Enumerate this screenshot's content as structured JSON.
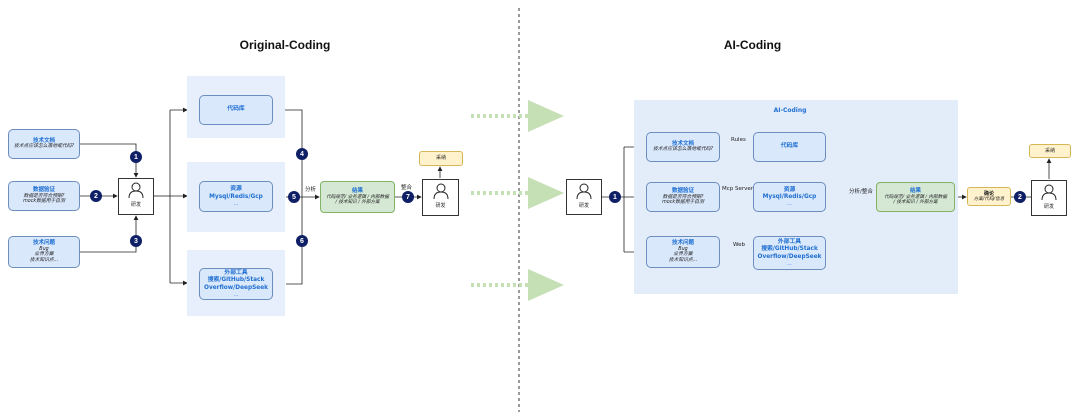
{
  "left": {
    "title": "Original-Coding",
    "inputs": [
      {
        "title": "技术文档",
        "lines": [
          "技术点应该怎么落地或代码?"
        ]
      },
      {
        "title": "数据验证",
        "lines": [
          "数据是否符合预期?",
          "mock数据用于自测"
        ]
      },
      {
        "title": "技术问题",
        "lines": [
          "Bug",
          "业界方案",
          "技术知识点..."
        ]
      }
    ],
    "developer_label": "研发",
    "resources": [
      {
        "lines": [
          "代码库"
        ]
      },
      {
        "lines": [
          "资源",
          "Mysql/Redis/Gcp",
          "..."
        ]
      },
      {
        "lines": [
          "外部工具",
          "搜索/GitHub/Stack",
          "Overflow/DeepSeek",
          "..."
        ]
      }
    ],
    "steps": [
      "1",
      "2",
      "3",
      "4",
      "5",
      "6",
      "7"
    ],
    "analyze_label": "分析",
    "integrate_label": "整合",
    "result": {
      "title": "结果",
      "lines": [
        "代码规范/ 业务逻辑 / 内部数据",
        "/ 技术知识 / 外部方案"
      ]
    },
    "adopt_label": "采纳",
    "final_dev_label": "研发"
  },
  "right": {
    "title": "AI-Coding",
    "panel_label": "AI-Coding",
    "start_dev_label": "研发",
    "inputs": [
      {
        "title": "技术文档",
        "lines": [
          "技术点应该怎么落地或代码?"
        ]
      },
      {
        "title": "数据验证",
        "lines": [
          "数据是否符合预期?",
          "mock数据用于自测"
        ]
      },
      {
        "title": "技术问题",
        "lines": [
          "Bug",
          "业界方案",
          "技术知识点..."
        ]
      }
    ],
    "edge_labels": [
      "Rules",
      "Mcp Server",
      "Web"
    ],
    "resources": [
      {
        "lines": [
          "代码库"
        ]
      },
      {
        "lines": [
          "资源",
          "Mysql/Redis/Gcp",
          "..."
        ]
      },
      {
        "lines": [
          "外部工具",
          "搜索/GitHub/Stack",
          "Overflow/DeepSeek",
          "..."
        ]
      }
    ],
    "analyze_label": "分析/整合",
    "result": {
      "title": "结果",
      "lines": [
        "代码规范/ 业务逻辑 / 内部数据",
        "/ 技术知识 / 外部方案"
      ]
    },
    "conclusion": {
      "title": "确论",
      "lines": [
        "方案/代码/信息"
      ]
    },
    "steps": [
      "1",
      "2"
    ],
    "adopt_label": "采纳",
    "final_dev_label": "研发"
  }
}
